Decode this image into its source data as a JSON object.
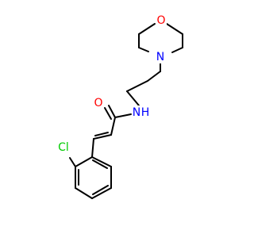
{
  "molecule": {
    "atoms": {
      "morpholine_o": {
        "text": "O",
        "color": "#ff0000"
      },
      "morpholine_n": {
        "text": "N",
        "color": "#0000ff"
      },
      "amide_nh": {
        "text": "N",
        "color": "#0000ff"
      },
      "amide_h": {
        "text": "H",
        "color": "#0000ff"
      },
      "carbonyl_o": {
        "text": "O",
        "color": "#ff0000"
      },
      "chlorine": {
        "text": "Cl",
        "color": "#00cc00"
      }
    },
    "bond_color": "#000000"
  }
}
